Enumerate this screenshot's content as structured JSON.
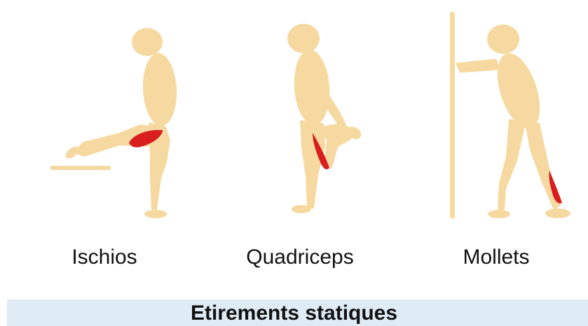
{
  "colors": {
    "body": "#f6d9a1",
    "muscle": "#d81e1e",
    "footer_band": "#dfecf6",
    "text": "#111111"
  },
  "stretches": [
    {
      "label": "Ischios",
      "icon": "hamstring-stretch-figure"
    },
    {
      "label": "Quadriceps",
      "icon": "quadriceps-stretch-figure"
    },
    {
      "label": "Mollets",
      "icon": "calf-stretch-figure"
    }
  ],
  "footer": {
    "title": "Etirements statiques"
  }
}
